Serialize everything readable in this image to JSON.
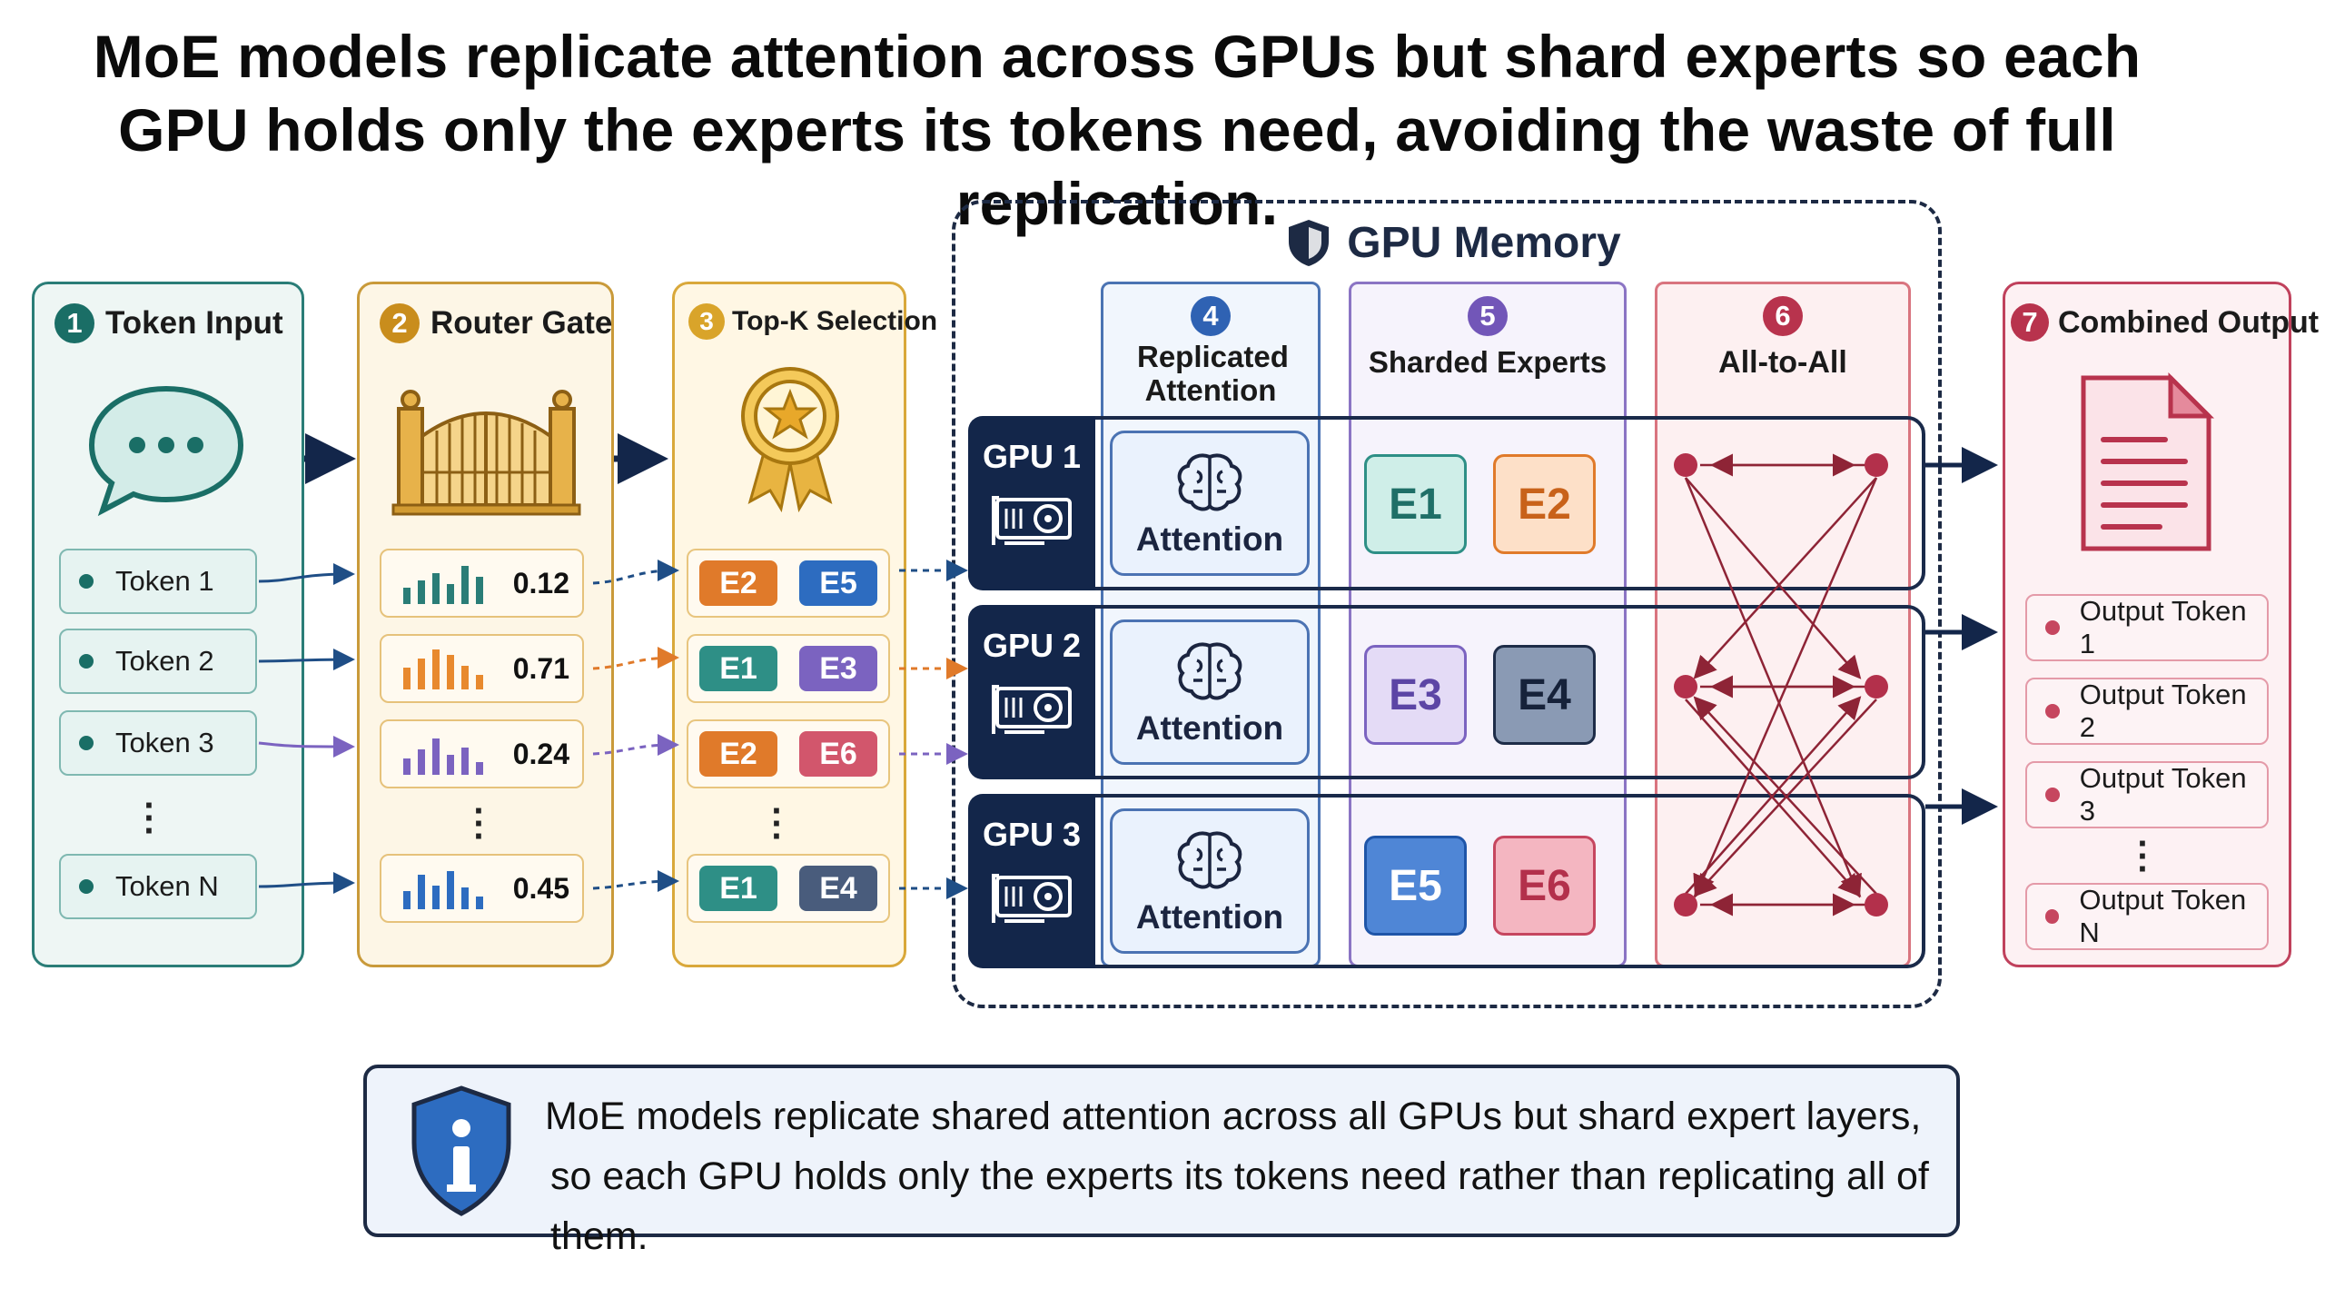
{
  "title": "MoE models replicate attention across GPUs but shard experts so each GPU holds only the experts its tokens need, avoiding the waste of full replication.",
  "colors": {
    "teal": "#1a6e66",
    "gold": "#d39a1f",
    "navy": "#13264a",
    "blue": "#2f62b3",
    "purple": "#7256b8",
    "red": "#b8334d"
  },
  "steps": {
    "s1": {
      "num": "1",
      "label": "Token Input",
      "icon": "chat-bubble-icon"
    },
    "s2": {
      "num": "2",
      "label": "Router Gate",
      "icon": "gate-icon"
    },
    "s3": {
      "num": "3",
      "label": "Top-K Selection",
      "icon": "award-ribbon-icon"
    },
    "s4": {
      "num": "4",
      "label": "Replicated Attention"
    },
    "s5": {
      "num": "5",
      "label": "Sharded Experts"
    },
    "s6": {
      "num": "6",
      "label": "All-to-All"
    },
    "s7": {
      "num": "7",
      "label": "Combined Output",
      "icon": "document-icon"
    }
  },
  "gpu_memory": {
    "label": "GPU Memory",
    "icon": "shield-icon"
  },
  "tokens": [
    "Token 1",
    "Token 2",
    "Token 3",
    "Token N"
  ],
  "router_scores": [
    "0.12",
    "0.71",
    "0.24",
    "0.45"
  ],
  "topk": [
    [
      "E2",
      "E5"
    ],
    [
      "E1",
      "E3"
    ],
    [
      "E2",
      "E6"
    ],
    [
      "E1",
      "E4"
    ]
  ],
  "gpus": [
    {
      "name": "GPU 1",
      "attention": "Attention",
      "experts": [
        "E1",
        "E2"
      ]
    },
    {
      "name": "GPU 2",
      "attention": "Attention",
      "experts": [
        "E3",
        "E4"
      ]
    },
    {
      "name": "GPU 3",
      "attention": "Attention",
      "experts": [
        "E5",
        "E6"
      ]
    }
  ],
  "outputs": [
    "Output Token 1",
    "Output Token 2",
    "Output Token 3",
    "Output Token N"
  ],
  "expert_colors": {
    "E1": "#2e8f86",
    "E2": "#e07a2a",
    "E3": "#7b63c0",
    "E4": "#495c7c",
    "E5": "#2d6cc0",
    "E6": "#d2566c"
  },
  "info": {
    "icon": "info-shield-icon",
    "line1": "MoE models replicate shared attention across all GPUs but shard expert layers,",
    "line2": "so each GPU holds only the experts its tokens need rather than replicating all of them."
  }
}
